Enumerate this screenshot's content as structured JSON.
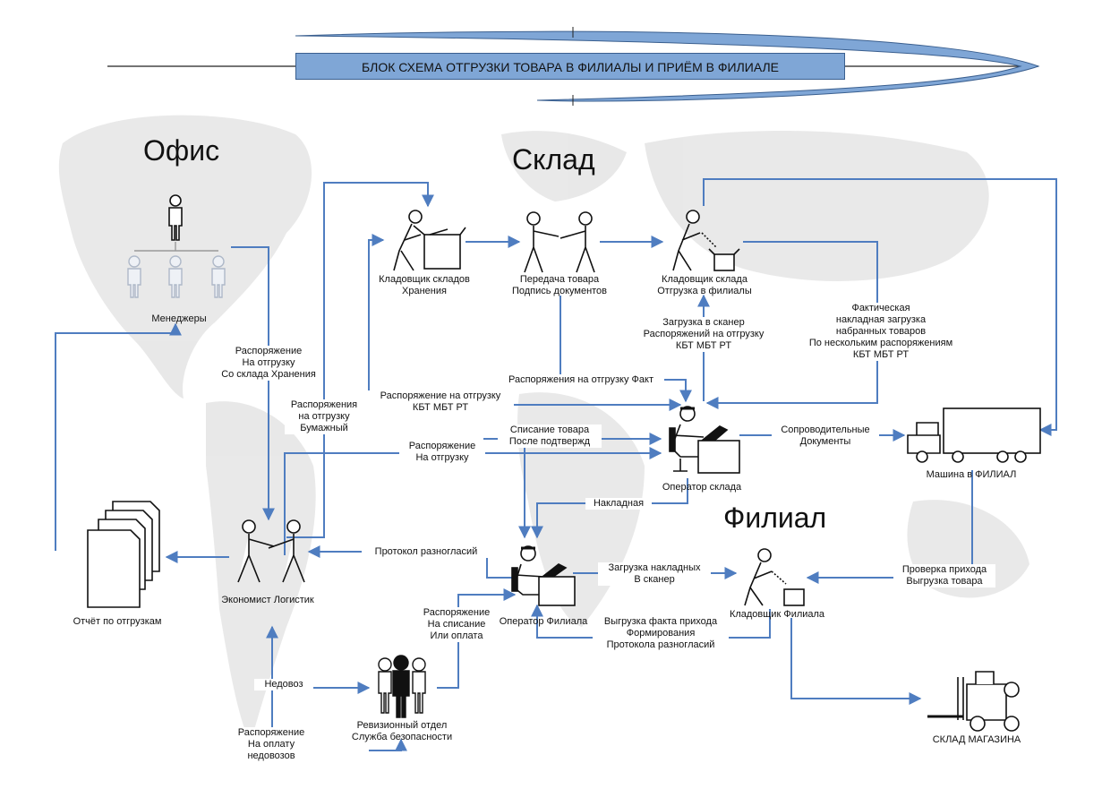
{
  "title": "БЛОК СХЕМА ОТГРУЗКИ ТОВАРА В ФИЛИАЛЫ И ПРИЁМ В ФИЛИАЛЕ",
  "sections": {
    "office": "Офис",
    "warehouse": "Склад",
    "branch": "Филиал"
  },
  "actors": {
    "managers": "Менеджеры",
    "storekeeper_storage": "Кладовщик складов\nХранения",
    "transfer": "Передача товара\nПодпись документов",
    "storekeeper_shipping": "Кладовщик склада\nОтгрузка в филиалы",
    "warehouse_operator": "Оператор склада",
    "truck": "Машина в ФИЛИАЛ",
    "economist": "Экономист Логистик",
    "report": "Отчёт по отгрузкам",
    "branch_operator": "Оператор Филиала",
    "branch_storekeeper": "Кладовщик Филиала",
    "audit": "Ревизионный отдел\nСлужба безопасности",
    "store_warehouse": "СКЛАД МАГАЗИНА"
  },
  "flows": {
    "order_from_storage": "Распоряжение\nНа отгрузку\nСо склада Хранения",
    "paper_orders": "Распоряжения\nна отгрузку\nБумажный",
    "order_kbt": "Распоряжение на отгрузку\nКБТ МБТ РТ",
    "order_fact": "Распоряжения на отгрузку Факт",
    "scanner_load": "Загрузка в сканер\nРаспоряжений на отгрузку\nКБТ МБТ РТ",
    "actual_invoice": "Фактическая\nнакладная загрузка\nнабранных товаров\nПо нескольким распоряжениям\nКБТ МБТ РТ",
    "write_off": "Списание товара\nПосле подтвержд",
    "order_ship": "Распоряжение\nНа отгрузку",
    "accompanying_docs": "Сопроводительные\nДокументы",
    "invoice": "Накладная",
    "discrepancy_protocol": "Протокол разногласий",
    "invoices_to_scanner": "Загрузка накладных\nВ сканер",
    "receipt_check": "Проверка прихода\nВыгрузка товара",
    "writeoff_or_pay": "Распоряжение\nНа списание\nИли оплата",
    "receipt_upload": "Выгрузка факта прихода\nФормирования\nПротокола разногласий",
    "shortage": "Недовоз",
    "pay_shortage": "Распоряжение\nНа оплату\nнедовозов"
  }
}
